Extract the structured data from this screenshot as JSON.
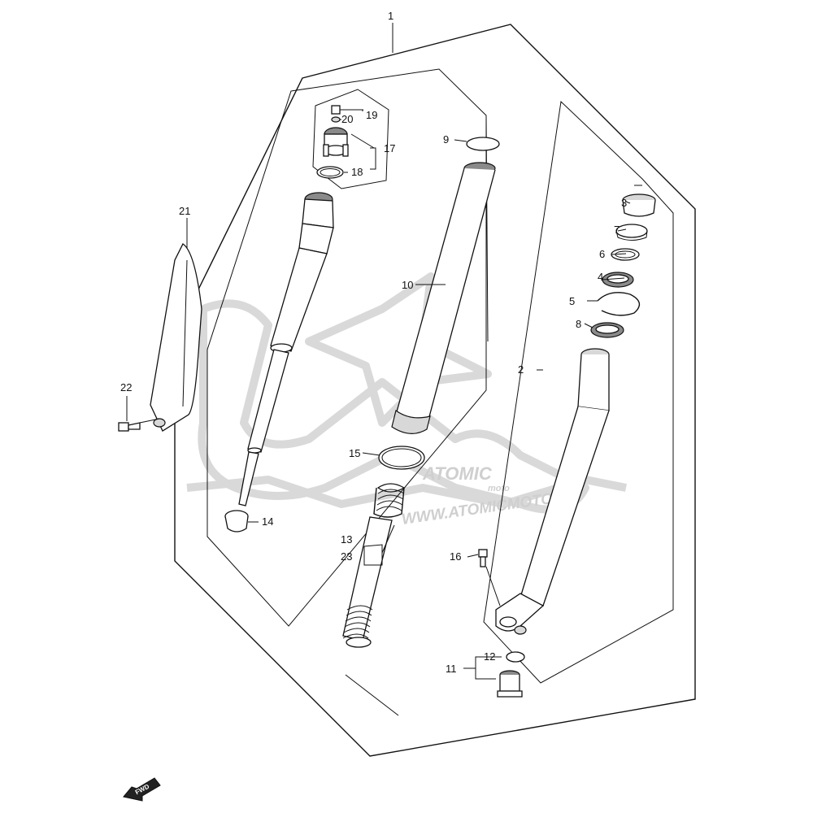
{
  "callouts": {
    "c1": "1",
    "c2": "2",
    "c3": "3",
    "c4": "4",
    "c5": "5",
    "c6": "6",
    "c7": "7",
    "c8": "8",
    "c9": "9",
    "c10": "10",
    "c11": "11",
    "c12": "12",
    "c13": "13",
    "c14": "14",
    "c15": "15",
    "c16": "16",
    "c17": "17",
    "c18": "18",
    "c19": "19",
    "c20": "20",
    "c21": "21",
    "c22": "22",
    "c23": "23"
  },
  "watermark": {
    "brand": "ATOMIC",
    "brand_sub": "moto",
    "url": "WWW.ATOMICMOTO.FR"
  },
  "fwd_label": "FWD",
  "colors": {
    "line": "#111111",
    "watermark": "#d9d9d9",
    "background": "#ffffff"
  }
}
